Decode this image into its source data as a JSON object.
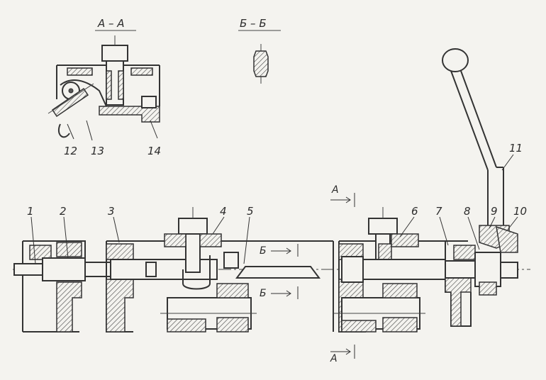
{
  "sections": {
    "section_aa_title": "А – А",
    "section_bb_title": "Б – Б"
  },
  "markers": {
    "a_top": "А",
    "a_bottom": "А",
    "b_upper": "Б",
    "b_lower": "Б"
  },
  "callouts": [
    "1",
    "2",
    "3",
    "4",
    "5",
    "6",
    "7",
    "8",
    "9",
    "10",
    "11",
    "12",
    "13",
    "14"
  ]
}
